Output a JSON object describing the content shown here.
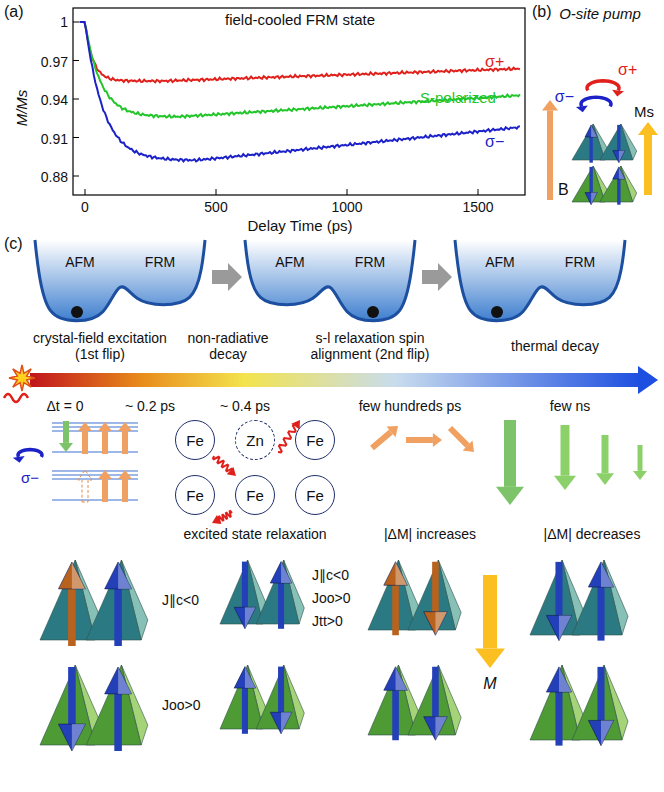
{
  "diagram": {
    "nodes": [
      {
        "text": [
          "Fe"
        ]
      },
      {
        "text": [
          "Zn"
        ]
      },
      {
        "text": [
          "Fe"
        ]
      },
      {
        "text": [
          "Fe"
        ]
      },
      {
        "text": [
          "Fe"
        ]
      },
      {
        "text": [
          "Fe"
        ]
      }
    ],
    "labels": [
      "(a)",
      "field-cooled FRM state",
      "1",
      "0.97",
      "0.94",
      "0.91",
      "0.88",
      "M/Ms",
      "0",
      "500",
      "1000",
      "1500",
      "Delay Time (ps)",
      "σ+",
      "S-polarized",
      "σ−",
      "(b)",
      "O-site pump",
      "σ+",
      "σ−",
      "B",
      "Ms",
      "(c)",
      "AFM",
      "FRM",
      "AFM",
      "FRM",
      "AFM",
      "FRM",
      "crystal-field excitation (1st flip)",
      "non-radiative decay",
      "s-l relaxation spin alignment (2nd flip)",
      "thermal decay",
      "Δt = 0",
      "~ 0.2 ps",
      "~ 0.4 ps",
      "few hundreds ps",
      "few ns",
      "σ−",
      "excited state relaxation",
      "|ΔM| increases",
      "|ΔM| decreases",
      "J∥c<0",
      "Joo>0",
      "J∥c<0",
      "Joo>0",
      "Jtt>0",
      "M"
    ]
  }
}
